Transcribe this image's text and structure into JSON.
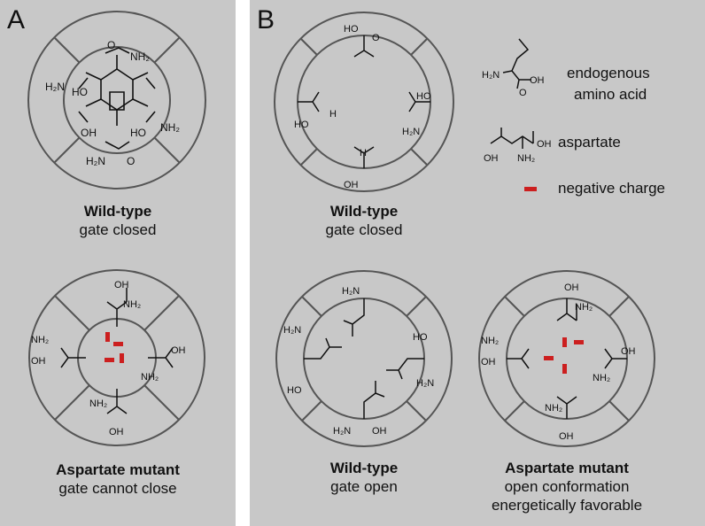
{
  "panel_a": {
    "letter": "A",
    "top": {
      "title": "Wild-type",
      "subtitle": "gate closed"
    },
    "bottom": {
      "title": "Aspartate mutant",
      "subtitle": "gate cannot close"
    }
  },
  "panel_b": {
    "letter": "B",
    "top": {
      "title": "Wild-type",
      "subtitle": "gate closed"
    },
    "bottom_left": {
      "title": "Wild-type",
      "subtitle": "gate open"
    },
    "bottom_right": {
      "title": "Aspartate mutant",
      "subtitle_line1": "open conformation",
      "subtitle_line2": "energetically favorable"
    }
  },
  "legend": {
    "endogenous_line1": "endogenous",
    "endogenous_line2": "amino acid",
    "aspartate": "aspartate",
    "negative_charge": "negative charge"
  },
  "chem_labels": {
    "h2n": "H₂N",
    "nh2": "NH₂",
    "oh": "OH",
    "ho": "HO",
    "o": "O",
    "h": "H"
  },
  "colors": {
    "panel_bg": "#c8c8c8",
    "negative_charge": "#cc1f1f",
    "ring_stroke": "#555555"
  }
}
